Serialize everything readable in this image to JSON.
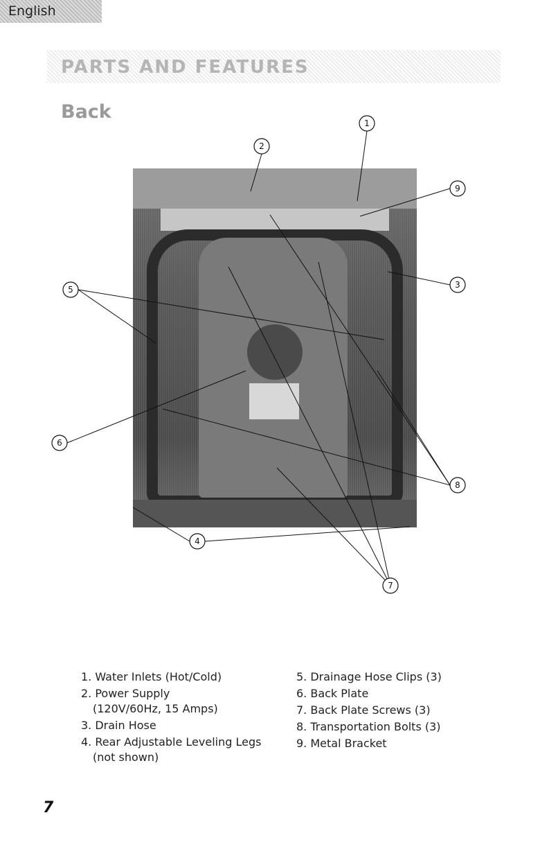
{
  "header": {
    "language_tab": "English"
  },
  "page_title": "PARTS AND FEATURES",
  "section_title": "Back",
  "callouts": [
    "1",
    "2",
    "3",
    "4",
    "5",
    "6",
    "7",
    "8",
    "9"
  ],
  "legend_left": [
    {
      "label": "1. Water Inlets (Hot/Cold)",
      "sub": ""
    },
    {
      "label": "2. Power Supply",
      "sub": "(120V/60Hz, 15 Amps)"
    },
    {
      "label": "3. Drain Hose",
      "sub": ""
    },
    {
      "label": "4. Rear Adjustable Leveling Legs",
      "sub": "(not shown)"
    }
  ],
  "legend_right": [
    "5. Drainage Hose Clips (3)",
    "6. Back Plate",
    "7. Back Plate Screws (3)",
    "8. Transportation Bolts (3)",
    "9. Metal Bracket"
  ],
  "page_number": "7"
}
